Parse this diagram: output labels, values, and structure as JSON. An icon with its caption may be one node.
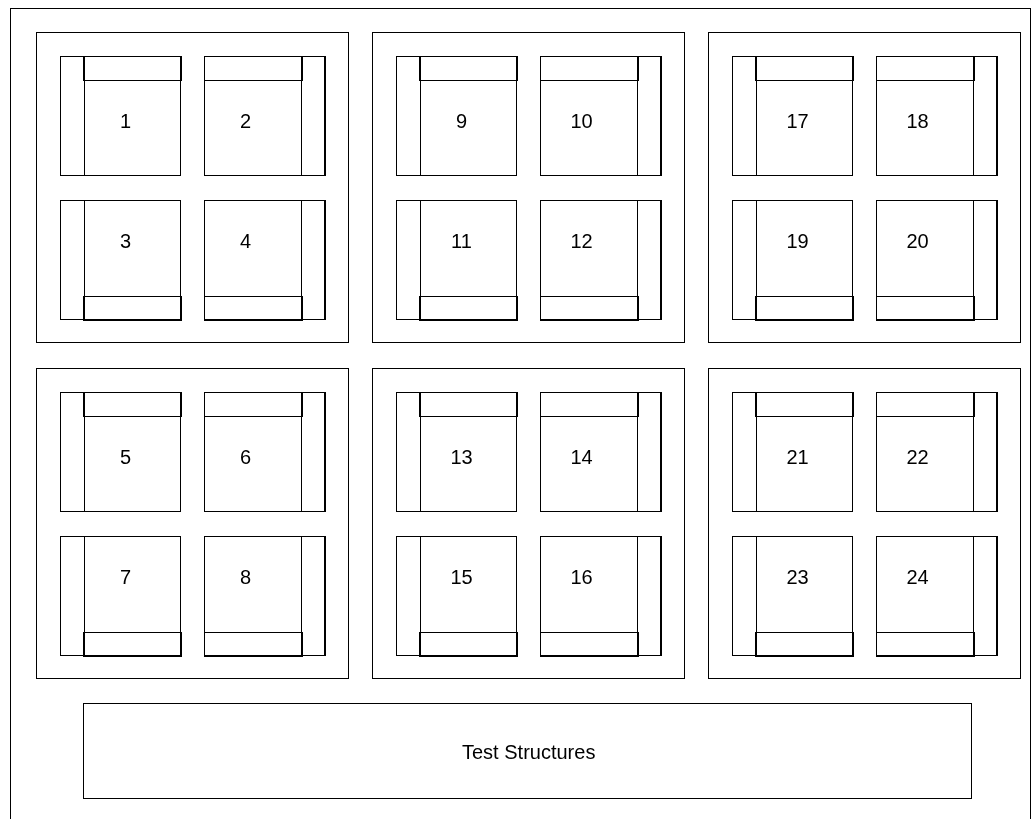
{
  "diagram": {
    "nodes": [
      {
        "text": [],
        "shape": "box"
      },
      {
        "text": [],
        "shape": "box",
        "in": 0
      },
      {
        "text": [
          "1"
        ],
        "in": 1
      },
      {
        "text": [
          "2"
        ],
        "in": 1
      },
      {
        "text": [
          "3"
        ],
        "in": 1
      },
      {
        "text": [
          "4"
        ],
        "in": 1
      },
      {
        "text": [],
        "shape": "box",
        "in": 0
      },
      {
        "text": [
          "9"
        ],
        "in": 6
      },
      {
        "text": [
          "10"
        ],
        "in": 6
      },
      {
        "text": [
          "11"
        ],
        "in": 6
      },
      {
        "text": [
          "12"
        ],
        "in": 6
      },
      {
        "text": [],
        "shape": "box",
        "in": 0
      },
      {
        "text": [
          "17"
        ],
        "in": 11
      },
      {
        "text": [
          "18"
        ],
        "in": 11
      },
      {
        "text": [
          "19"
        ],
        "in": 11
      },
      {
        "text": [
          "20"
        ],
        "in": 11
      },
      {
        "text": [],
        "shape": "box",
        "in": 0
      },
      {
        "text": [
          "5"
        ],
        "in": 16
      },
      {
        "text": [
          "6"
        ],
        "in": 16
      },
      {
        "text": [
          "7"
        ],
        "in": 16
      },
      {
        "text": [
          "8"
        ],
        "in": 16
      },
      {
        "text": [],
        "shape": "box",
        "in": 0
      },
      {
        "text": [
          "13"
        ],
        "in": 21
      },
      {
        "text": [
          "14"
        ],
        "in": 21
      },
      {
        "text": [
          "15"
        ],
        "in": 21
      },
      {
        "text": [
          "16"
        ],
        "in": 21
      },
      {
        "text": [],
        "shape": "box",
        "in": 0
      },
      {
        "text": [
          "21"
        ],
        "in": 26
      },
      {
        "text": [
          "22"
        ],
        "in": 26
      },
      {
        "text": [
          "23"
        ],
        "in": 26
      },
      {
        "text": [
          "24"
        ],
        "in": 26
      },
      {
        "text": [
          "Test Structures"
        ],
        "in": 0
      }
    ]
  }
}
